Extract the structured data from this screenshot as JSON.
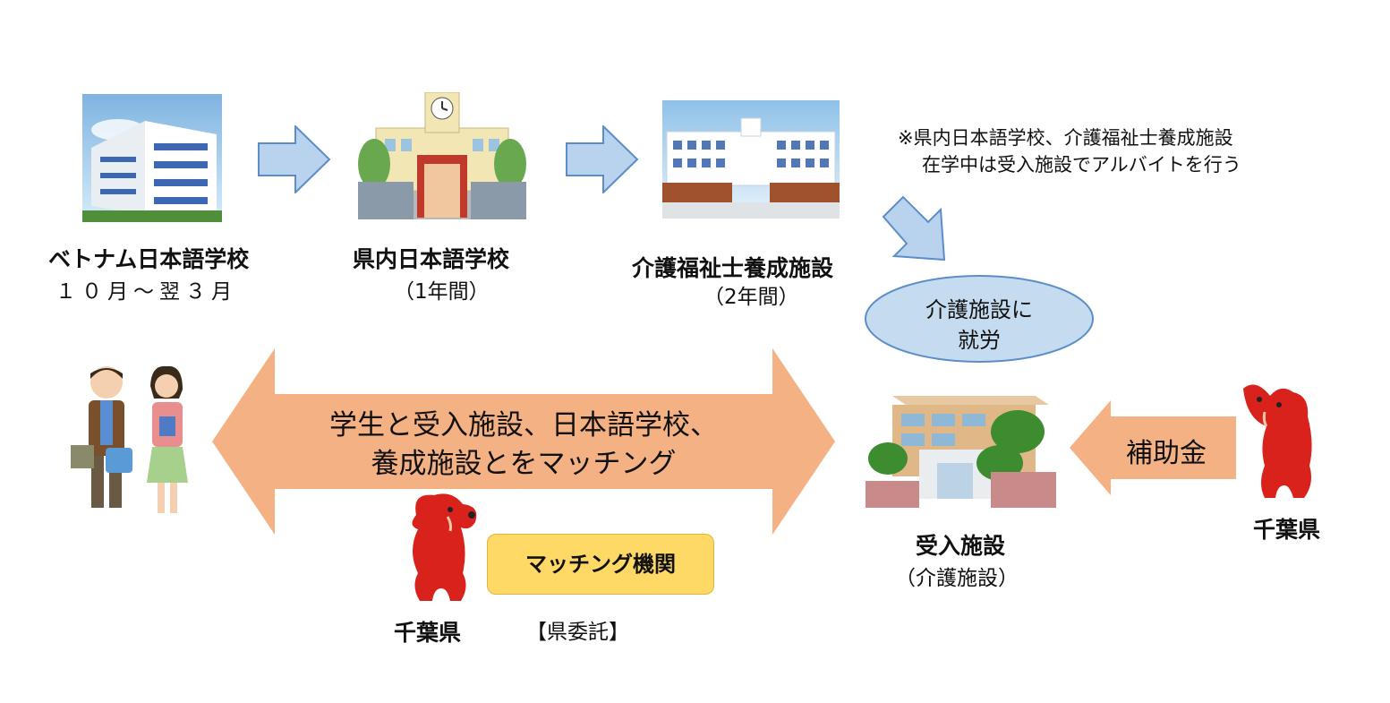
{
  "schools": [
    {
      "name": "ベトナム日本語学校",
      "period": "１０月～翌３月"
    },
    {
      "name": "県内日本語学校",
      "period": "（1年間）"
    },
    {
      "name": "介護福祉士養成施設",
      "period": "（2年間）"
    }
  ],
  "note": {
    "line1": "※県内日本語学校、介護福祉士養成施設",
    "line2": "在学中は受入施設でアルバイトを行う"
  },
  "employment_bubble": {
    "line1": "介護施設に",
    "line2": "就労"
  },
  "matching_arrow": {
    "line1": "学生と受入施設、日本語学校、",
    "line2": "養成施設とをマッチング"
  },
  "matching_org": {
    "label": "マッチング機関",
    "note": "【県委託】",
    "mascot_caption": "千葉県"
  },
  "facility": {
    "name": "受入施設",
    "sub": "（介護施設）"
  },
  "subsidy": {
    "label": "補助金",
    "mascot_caption": "千葉県"
  },
  "colors": {
    "flow_arrow": "#b9d3ee",
    "matching_arrow": "#f4b183",
    "bubble": "#c5dcf0",
    "org_box": "#ffd966",
    "mascot": "#d9221c"
  }
}
